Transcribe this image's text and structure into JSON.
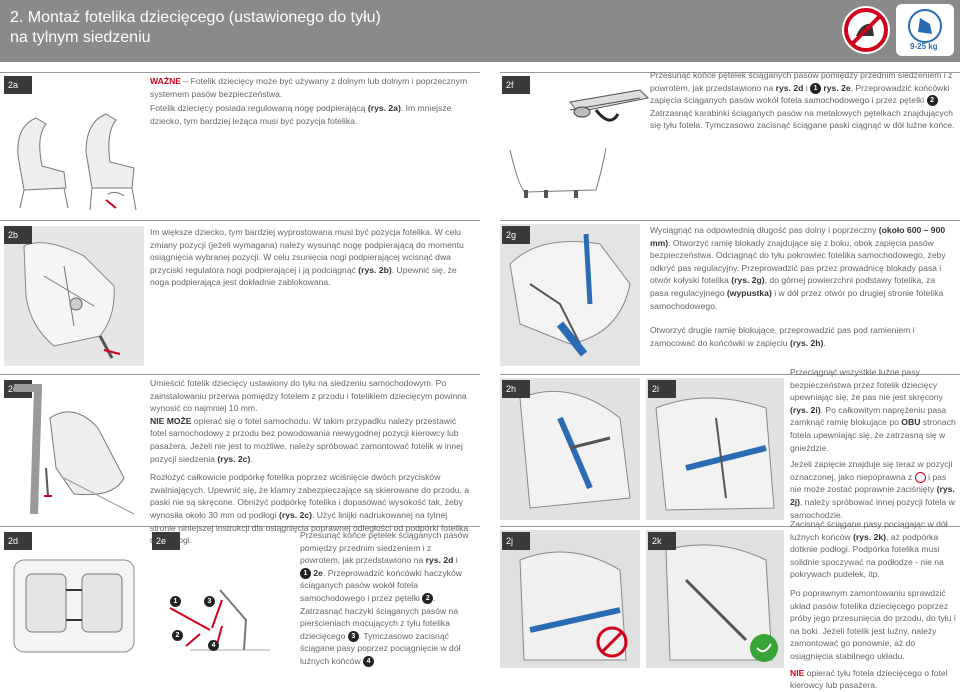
{
  "header": {
    "title_line1": "2. Montaż fotelika dziecięcego (ustawionego do tyłu)",
    "title_line2": "na tylnym siedzeniu",
    "weight_label": "9-25 kg"
  },
  "tags": {
    "a": "2a",
    "b": "2b",
    "c": "2c",
    "d": "2d",
    "e": "2e",
    "f": "2f",
    "g": "2g",
    "h": "2h",
    "i": "2i",
    "j": "2j",
    "k": "2k"
  },
  "sec2a": {
    "warn_label": "WAŻNE",
    "warn_text": " – Fotelik dziecięcy może być używany z dolnym lub dolnym i poprzecznym systemem pasów bezpieczeństwa.",
    "p1": "Fotelik dziecięcy posiada regulowaną nogę podpierającą ",
    "p1_ref": "(rys. 2a)",
    "p1_rest": ". Im mniejsze dziecko, tym bardziej leżąca musi być pozycja fotelika."
  },
  "sec2f": {
    "t1": "Przesunąć końce pętelek ściąganych pasów pomiędzy przednim siedzeniem i z powrotem, jak przedstawiono na ",
    "t1_ref": "rys. 2d",
    "t1_and": " i ",
    "n1": "1",
    "t1_ref2": " rys. 2e",
    "t2": ". Przeprowadzić końcówki zapięcia ściąganych pasów wokół fotela samochodowego i przez pętelki ",
    "n2": "2",
    "t3": "Zatrzasnąć karabinki ściąganych pasów na metalowych pętelkach znajdujących się tyłu fotela. Tymczasowo zacisnąć ściągane paski ciągnąć w dół luźne końce."
  },
  "sec2b": {
    "t1": "Im większe dziecko, tym bardziej wyprostowana musi być pozycja fotelika. W celu zmiany pozycji (jeżeli wymagana) należy wysunąć nogę podpierającą do momentu osiągnięcia wybranej pozycji. W celu zsunięcia nogi podpierającej wcisnąć dwa przyciski regulatora nogi podpierającej i ją podciągnąć ",
    "t1_ref": "(rys. 2b)",
    "t2": ". Upewnić się, że noga podpierająca jest dokładnie zablokowana."
  },
  "sec2g": {
    "t1": "Wyciągnąć na odpowiednią długość pas dolny i poprzeczny ",
    "t1_ref": "(około 600 – 900 mm)",
    "t2": ". Otworzyć ramię blokady znajdujące się z boku, obok zapięcia pasów bezpieczeństwa. Odciągnąć do tyłu pokrowiec fotelika samochodowego, żeby odkryć pas regulacyjny. Przeprowadzić pas przez prowadnicę blokady pasa i otwór kołyski fotelika ",
    "t2_ref": "(rys. 2g)",
    "t3": ", do górnej powierzchni podstawy fotelika, za pasa regulacyjnego ",
    "t3_ref": "(wypustka)",
    "t4": " i w dół przez otwór po drugiej stronie fotelika samochodowego.",
    "p2": "Otworzyć drugie ramię blokujące, przeprowadzić pas pod ramieniem i zamocować do końcówki w zapięciu ",
    "p2_ref": "(rys. 2h)",
    "p2_end": "."
  },
  "sec2c": {
    "t1": "Umieścić fotelik dziecięcy ustawiony do tyłu na siedzeniu samochodowym. Po zainstalowaniu przerwa pomiędzy fotelem z przodu i fotelikiem dziecięcym powinna wynosić co najmniej 10 mm.",
    "t2_neg": "NIE MOŻE",
    "t2": " opierać się o fotel samochodu. W takim przypadku należy przestawić fotel samochodowy z przodu bez powodowania niewygodnej pozycji kierowcy lub pasażera. Jeżeli nie jest to możliwe, należy spróbować zamontować fotelik w innej pozycji siedzenia ",
    "t2_ref": "(rys. 2c)",
    "t2_end": ".",
    "t3": "Rozłożyć całkowicie podpórkę fotelika poprzez wciśnięcie dwóch przycisków zwalniających. Upewnić się, że klamry zabezpieczające są skierowane do przodu, a paski nie są skręcone. Obniżyć podpórkę fotelika i dopasować wysokość tak, żeby wynosiła około 30 mm od podłogi ",
    "t3_ref": "(rys. 2c)",
    "t3_end": ". Użyć linijki nadrukowanej na tylnej stronie niniejszej instrukcji dla osiągnięcia poprawnej odległości od podpórki fotelika do podłogi."
  },
  "sec2e": {
    "t1": "Przesunąć końce pętelek ściąganych pasów pomiędzy przednim siedzeniem i z powrotem, jak przedstawiono na ",
    "t1_ref": "rys. 2d",
    "t1_and": " i ",
    "n1": "1",
    "t1_ref2": "2e",
    "t2": ". Przeprowadzić końcówki haczyków ściąganych pasów wokół fotela samochodowego i przez pętelki ",
    "n2": "2",
    "t3": ". Zatrzasnąć haczyki ściąganych pasów na pierścieniach mocujących z tyłu fotelika dziecięcego ",
    "n3": "3",
    "t4": ". Tymczasowo zacisnąć ściągane pasy poprzez pociągnięcie w dół luźnych końców ",
    "n4": "4"
  },
  "sec2i": {
    "t1": "Przeciągnąć wszystkie luźne pasy bezpieczeństwa przez fotelik dziecięcy upewniając się, że pas nie jest skręcony ",
    "t1_ref": "(rys. 2i)",
    "t2": ". Po całkowitym naprężeniu pasa zamknąć ramię blokujące po ",
    "t2_b": "OBU",
    "t3": " stronach fotela upewniając się, że zatrzasną się w gnieździe.",
    "p2": "Jeżeli zapięcie znajduje się teraz w pozycji oznaczonej, jako niepoprawna z ",
    "p2b": " i pas nie może zostać poprawnie zaciśnięty ",
    "p2_ref": "(rys. 2j)",
    "p2_end": ", należy spróbować innej pozycji fotela w samochodzie."
  },
  "sec2k": {
    "t1": "Zacisnąć ściągane pasy pociągając w dół luźnych końców ",
    "t1_ref": "(rys. 2k)",
    "t2": ", aż podpórka dotknie podłogi. Podpórka fotelika musi solidnie spoczywać na podłodze - nie na pokrywach pudełek, itp.",
    "p2": "Po poprawnym zamontowaniu sprawdzić układ pasów fotelika dziecięcego poprzez próby jego przesunięcia do przodu, do tyłu i na boki. Jeżeli fotelik jest luźny, należy zamontować go ponownie, aż do osiągnięcia stabilnego układu.",
    "p3_neg": "NIE",
    "p3": " opierać tyłu fotela dziecięcego o fotel kierowcy lub pasażera."
  },
  "labels": {
    "e1": "1",
    "e2": "2",
    "e3": "3",
    "e4": "4"
  },
  "colors": {
    "header_bg": "#8a8a8a",
    "tag_bg": "#3a3a3a",
    "accent_red": "#d0021b",
    "belt_blue": "#2a6bb3"
  }
}
